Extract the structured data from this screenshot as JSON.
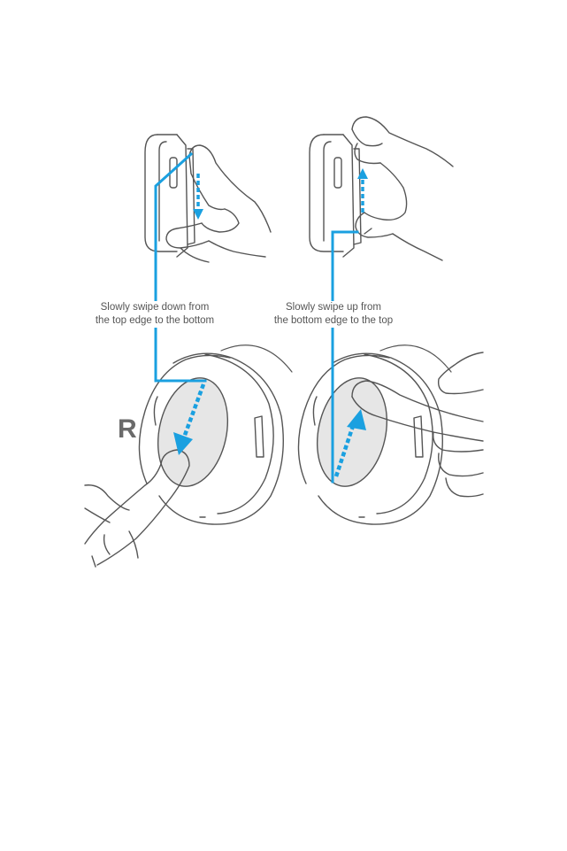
{
  "captions": {
    "swipe_down": [
      "Slowly swipe down from",
      "the top edge to the bottom"
    ],
    "swipe_up": [
      "Slowly swipe up from",
      "the bottom edge to the top"
    ]
  },
  "side_label": "R",
  "colors": {
    "accent": "#1aa0e0",
    "line_art": "#555555",
    "touch_panel": "#e6e6e6"
  },
  "icons": [
    "hand-swipe-down-side-icon",
    "hand-swipe-up-side-icon",
    "hand-swipe-down-front-icon",
    "hand-swipe-up-front-icon"
  ]
}
